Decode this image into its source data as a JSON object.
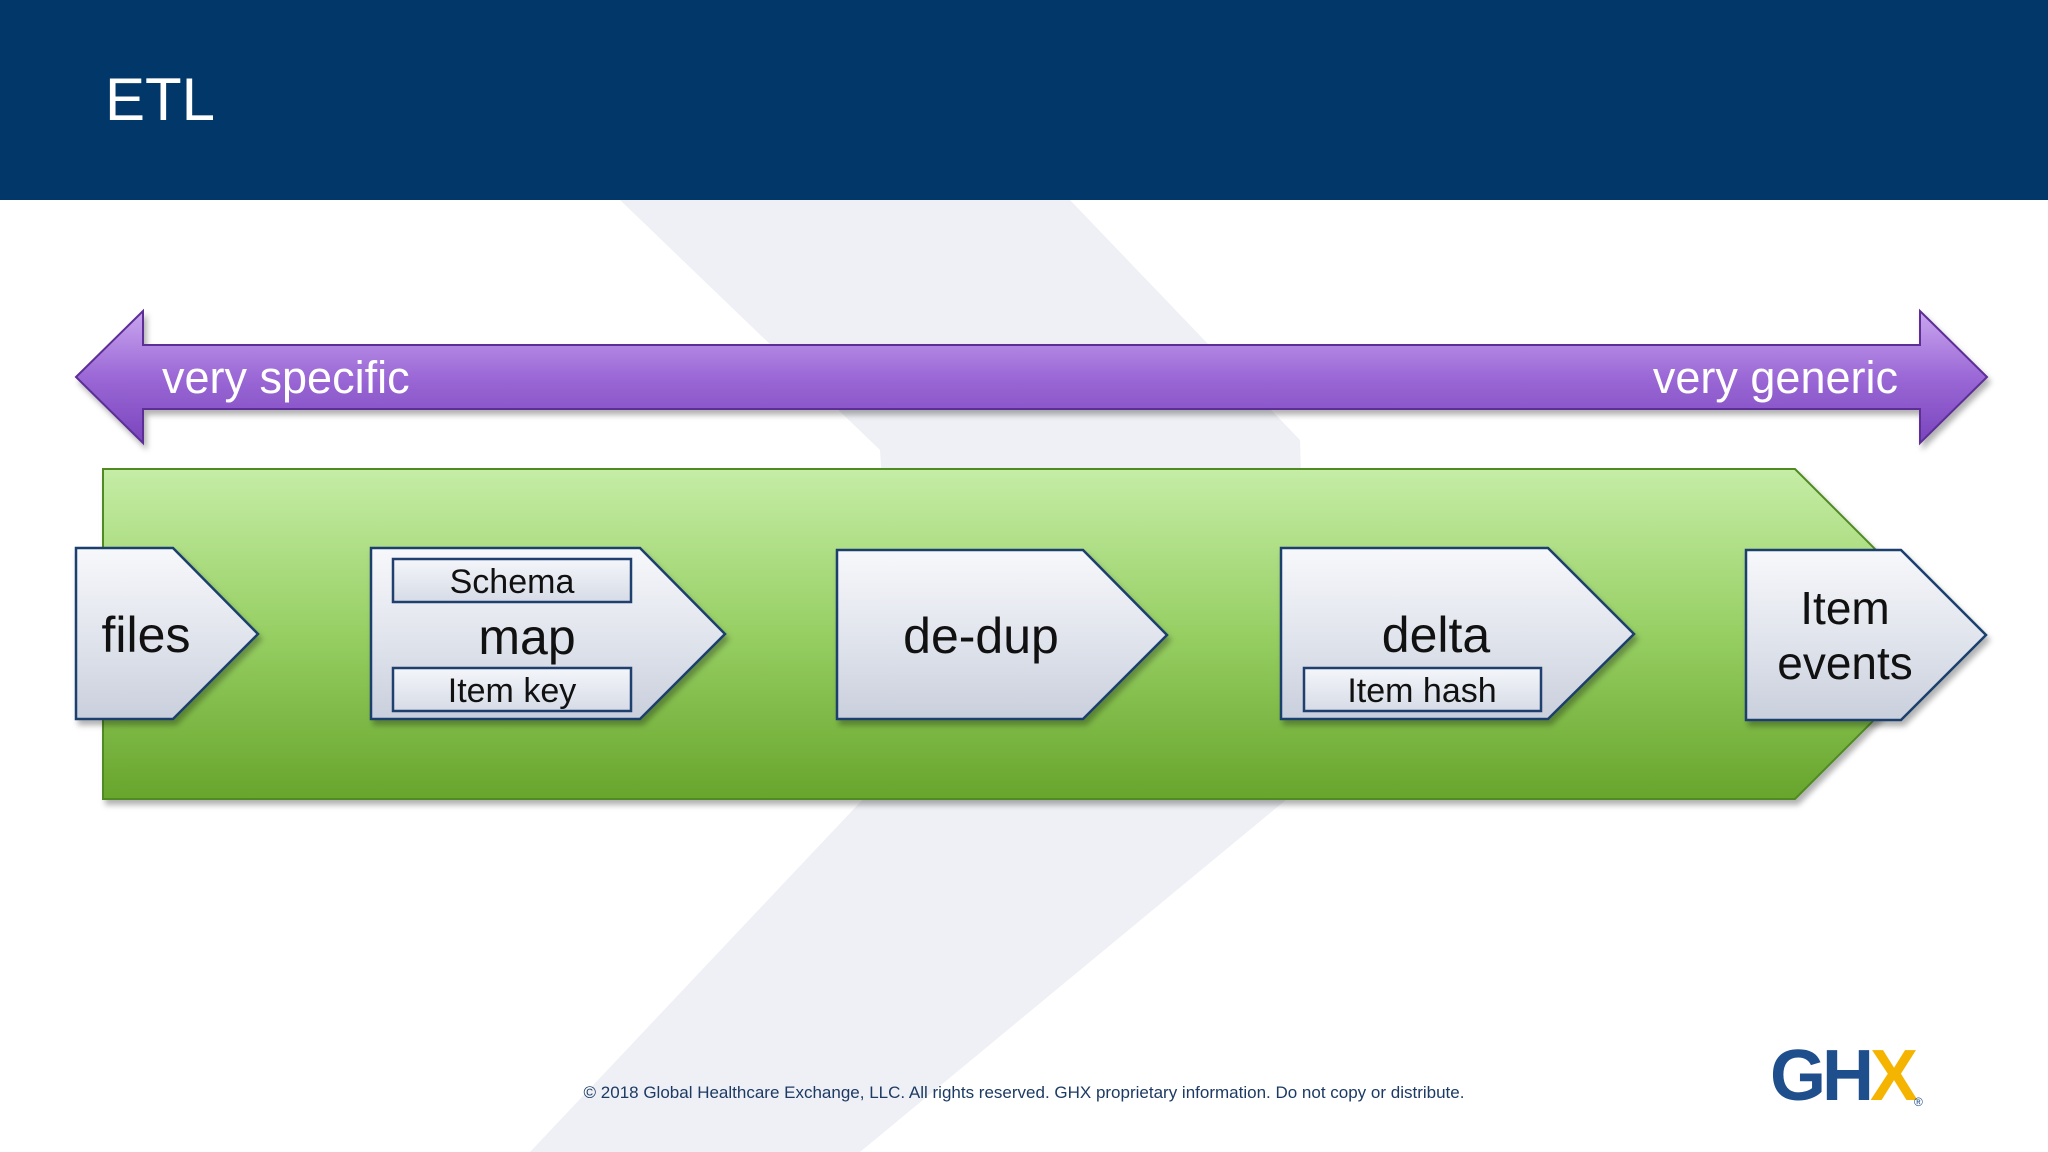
{
  "slide": {
    "title": "ETL",
    "copyright": "© 2018 Global Healthcare Exchange, LLC. All rights reserved. GHX proprietary information. Do not copy or distribute.",
    "logo": {
      "text_main": "GH",
      "text_accent": "X",
      "registered": "®",
      "brand_color": "#1f4e8c",
      "accent_color": "#f5b400"
    }
  },
  "spectrum": {
    "left_label": "very specific",
    "right_label": "very generic",
    "color": "#8a5cc8"
  },
  "pipeline": {
    "band_color": "#7ab83a",
    "steps": [
      {
        "label": "files",
        "sub_top": null,
        "sub_bottom": null
      },
      {
        "label": "map",
        "sub_top": "Schema",
        "sub_bottom": "Item key"
      },
      {
        "label": "de-dup",
        "sub_top": null,
        "sub_bottom": null
      },
      {
        "label": "delta",
        "sub_top": null,
        "sub_bottom": "Item hash"
      },
      {
        "label_line1": "Item",
        "label_line2": "events"
      }
    ]
  }
}
